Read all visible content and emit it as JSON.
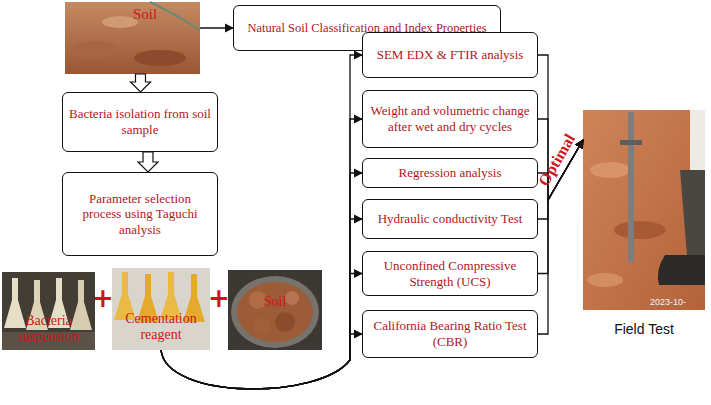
{
  "diagram": {
    "nodes": [
      {
        "text": [
          "Soil"
        ]
      },
      {
        "text": [
          "Natural Soil Classification and Index Properties"
        ]
      },
      {
        "text": [
          "Bacteria isolation from soil sample"
        ]
      },
      {
        "text": [
          "Parameter selection process using Taguchi analysis"
        ]
      },
      {
        "text": [
          "Bacteria suspension"
        ]
      },
      {
        "text": [
          "Cementation reagent"
        ]
      },
      {
        "text": [
          "Soil"
        ]
      },
      {
        "text": [
          "SEM EDX & FTIR analysis"
        ]
      },
      {
        "text": [
          "Weight and volumetric change after wet and dry cycles"
        ]
      },
      {
        "text": [
          "Regression analysis"
        ]
      },
      {
        "text": [
          "Hydraulic conductivity Test"
        ]
      },
      {
        "text": [
          "Unconfined Compressive Strength (UCS)"
        ]
      },
      {
        "text": [
          "California Bearing Ratio Test (CBR)"
        ]
      },
      {
        "text": [
          "Field Test"
        ]
      }
    ],
    "edges": [
      {
        "from": 0,
        "to": 1,
        "arrow": "to"
      },
      {
        "from": 0,
        "to": 2,
        "arrow": "to"
      },
      {
        "from": 2,
        "to": 3,
        "arrow": "to"
      },
      {
        "from": 5,
        "to": 7,
        "arrow": "to"
      },
      {
        "from": 5,
        "to": 8,
        "arrow": "to"
      },
      {
        "from": 5,
        "to": 9,
        "arrow": "to"
      },
      {
        "from": 5,
        "to": 10,
        "arrow": "to"
      },
      {
        "from": 5,
        "to": 11,
        "arrow": "to"
      },
      {
        "from": 5,
        "to": 12,
        "arrow": "to"
      },
      {
        "from": 7,
        "to": 13,
        "arrow": "to"
      },
      {
        "from": 8,
        "to": 13,
        "arrow": "to"
      },
      {
        "from": 9,
        "to": 13,
        "arrow": "to"
      },
      {
        "from": 10,
        "to": 13,
        "arrow": "to"
      },
      {
        "from": 11,
        "to": 13,
        "arrow": "to"
      },
      {
        "from": 12,
        "to": 13,
        "arrow": "to"
      }
    ],
    "labels": [
      "+",
      "+",
      "Optimal",
      "2023-10-"
    ]
  }
}
